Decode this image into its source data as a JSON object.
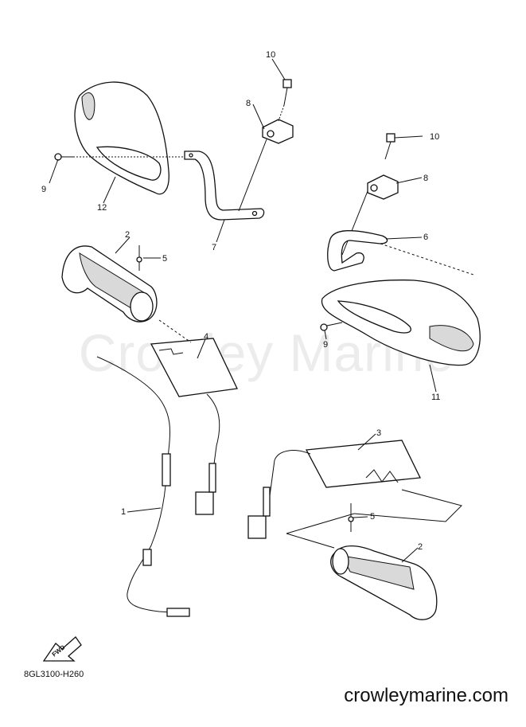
{
  "watermark": "Crowley Marine",
  "diagram_code": "8GL3100-H260",
  "website": "crowleymarine.com",
  "fwd_label": "FWD",
  "callouts": {
    "c10a": "10",
    "c8a": "8",
    "c9a": "9",
    "c12": "12",
    "c7": "7",
    "c2a": "2",
    "c5a": "5",
    "c4": "4",
    "c1": "1",
    "c10b": "10",
    "c8b": "8",
    "c6": "6",
    "c9b": "9",
    "c11": "11",
    "c3": "3",
    "c5b": "5",
    "c2b": "2"
  }
}
